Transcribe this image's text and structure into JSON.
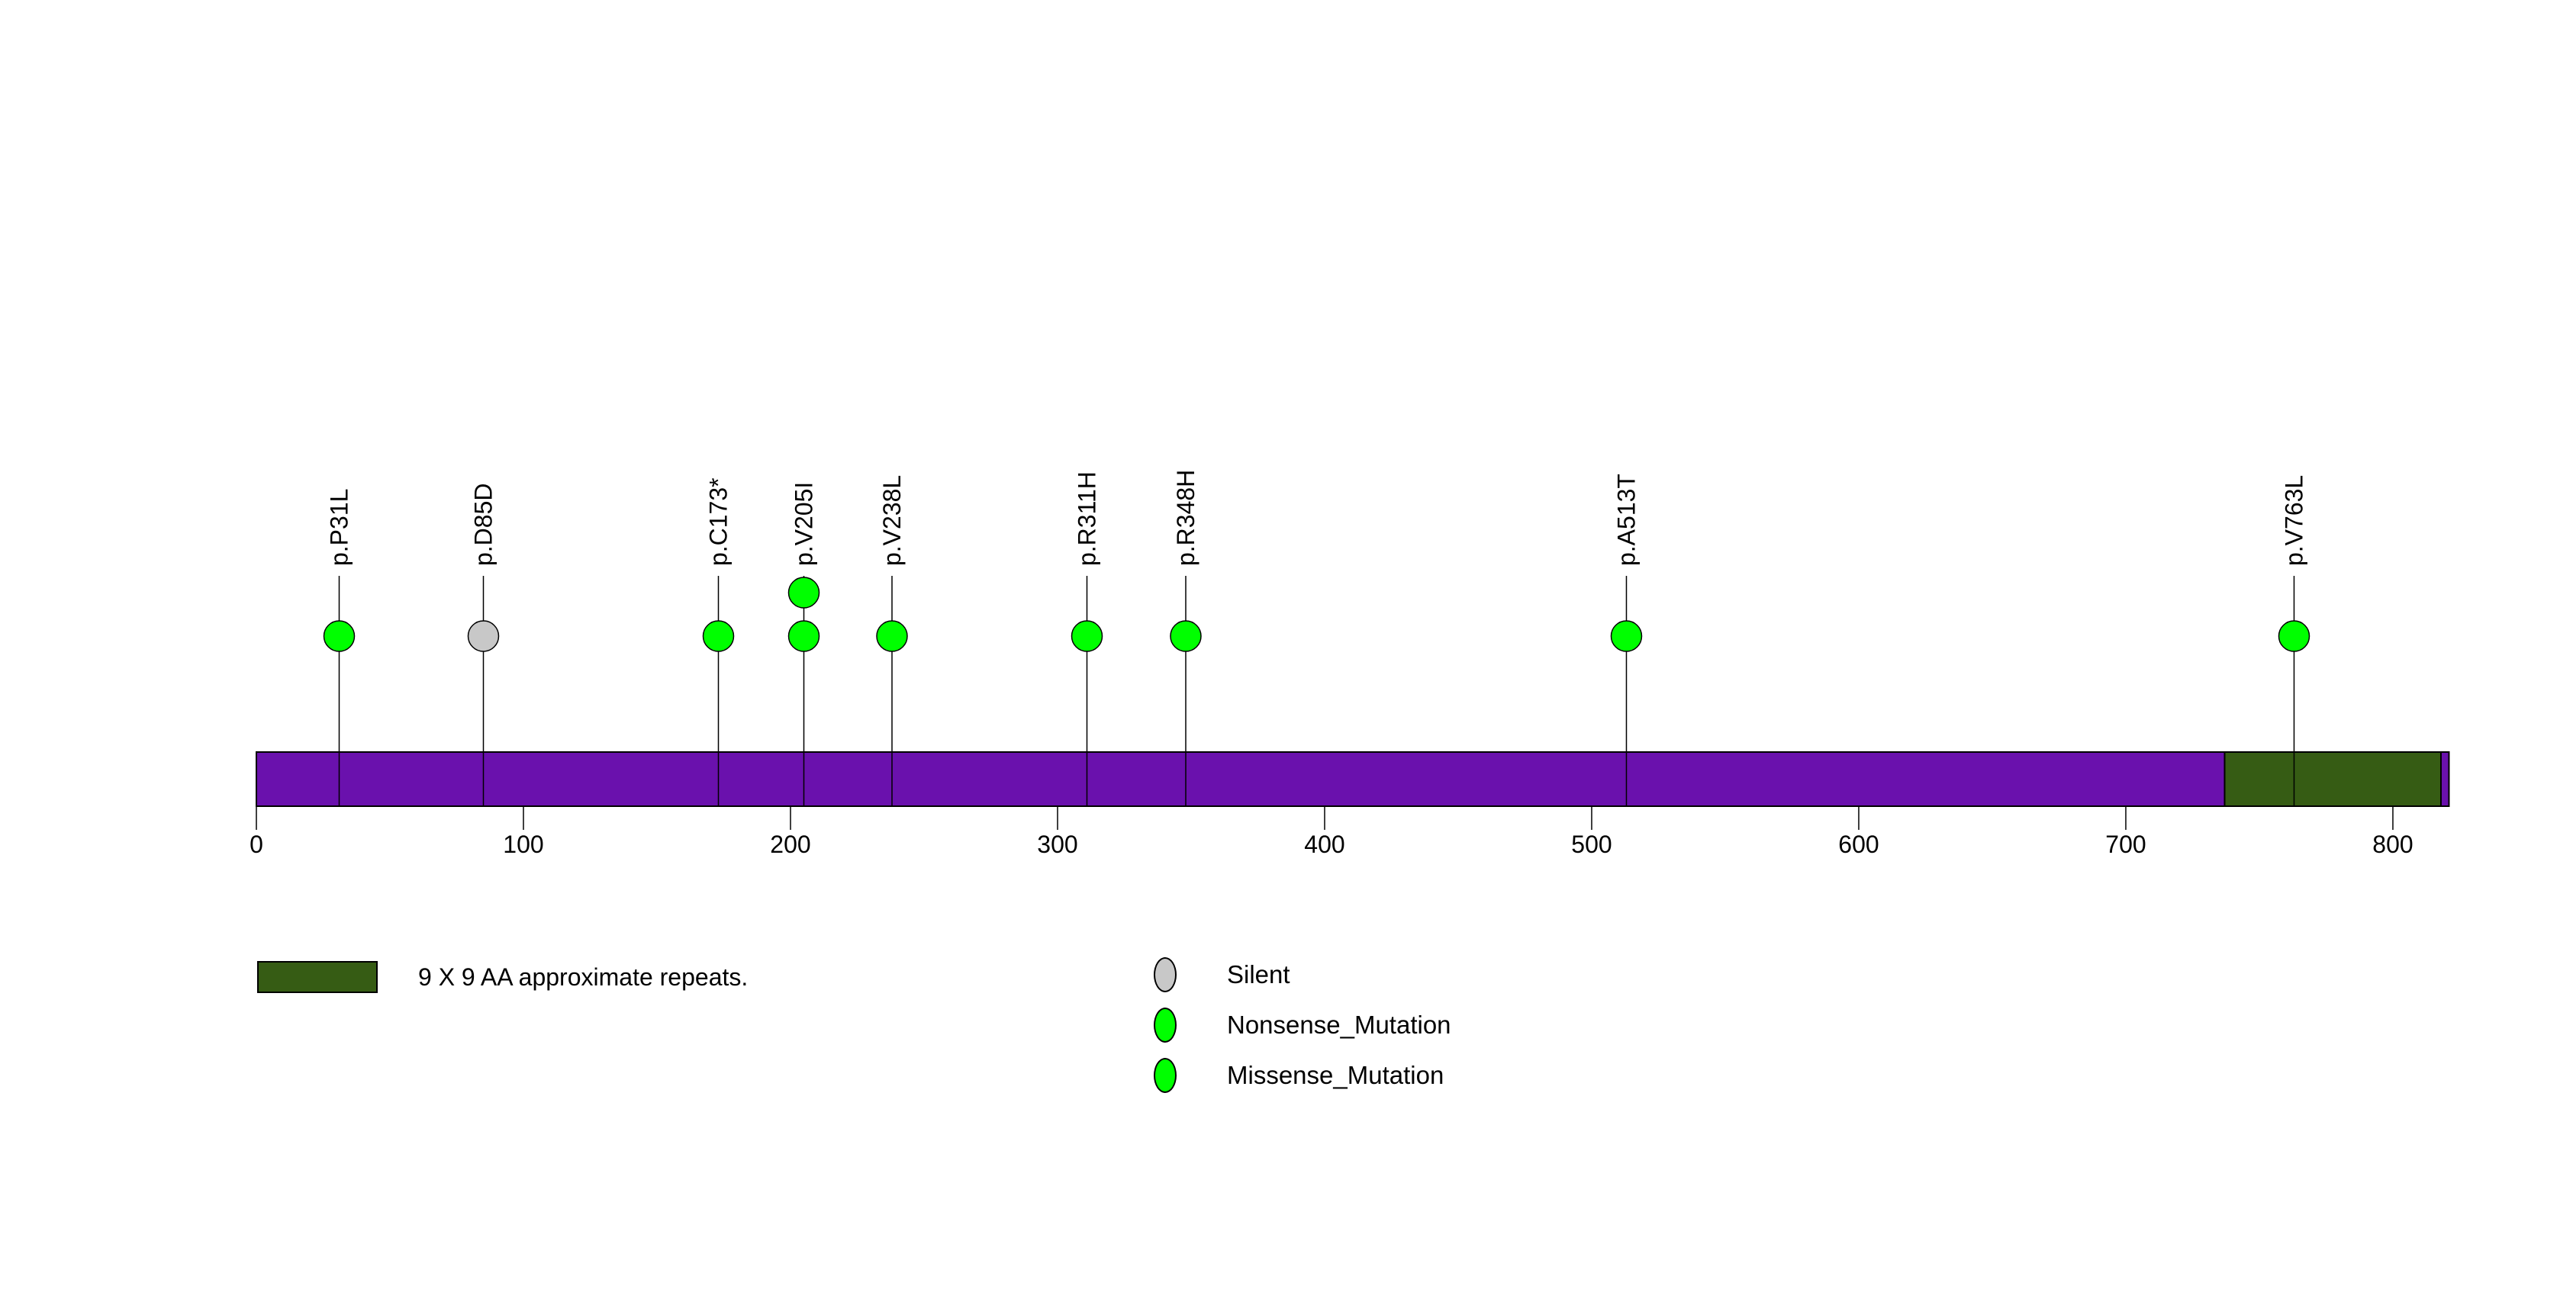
{
  "chart_data": {
    "type": "lollipop",
    "title": "",
    "xlabel": "",
    "xlim": [
      0,
      821
    ],
    "x_ticks": [
      0,
      100,
      200,
      300,
      400,
      500,
      600,
      700,
      800
    ],
    "grid": false,
    "protein_length": 821,
    "bar_color": "#6A11AD",
    "outline_color": "#000000",
    "domains": [
      {
        "label": "9 X 9 AA approximate repeats.",
        "start": 737,
        "end": 818,
        "color": "#365C14"
      }
    ],
    "mutations": [
      {
        "label": "p.P31L",
        "pos": 31,
        "count": 1,
        "type": "Missense_Mutation",
        "color": "#00FF00"
      },
      {
        "label": "p.D85D",
        "pos": 85,
        "count": 1,
        "type": "Silent",
        "color": "#C8C8C8"
      },
      {
        "label": "p.C173*",
        "pos": 173,
        "count": 1,
        "type": "Nonsense_Mutation",
        "color": "#00FF00"
      },
      {
        "label": "p.V205I",
        "pos": 205,
        "count": 2,
        "type": "Missense_Mutation",
        "color": "#00FF00"
      },
      {
        "label": "p.V238L",
        "pos": 238,
        "count": 1,
        "type": "Missense_Mutation",
        "color": "#00FF00"
      },
      {
        "label": "p.R311H",
        "pos": 311,
        "count": 1,
        "type": "Missense_Mutation",
        "color": "#00FF00"
      },
      {
        "label": "p.R348H",
        "pos": 348,
        "count": 1,
        "type": "Missense_Mutation",
        "color": "#00FF00"
      },
      {
        "label": "p.A513T",
        "pos": 513,
        "count": 1,
        "type": "Missense_Mutation",
        "color": "#00FF00"
      },
      {
        "label": "p.V763L",
        "pos": 763,
        "count": 1,
        "type": "Missense_Mutation",
        "color": "#00FF00"
      }
    ],
    "legend": [
      {
        "label": "Silent",
        "color": "#C8C8C8"
      },
      {
        "label": "Nonsense_Mutation",
        "color": "#00FF00"
      },
      {
        "label": "Missense_Mutation",
        "color": "#00FF00"
      }
    ],
    "legend_position": "bottom",
    "domain_legend_label": "9 X 9 AA approximate repeats."
  }
}
